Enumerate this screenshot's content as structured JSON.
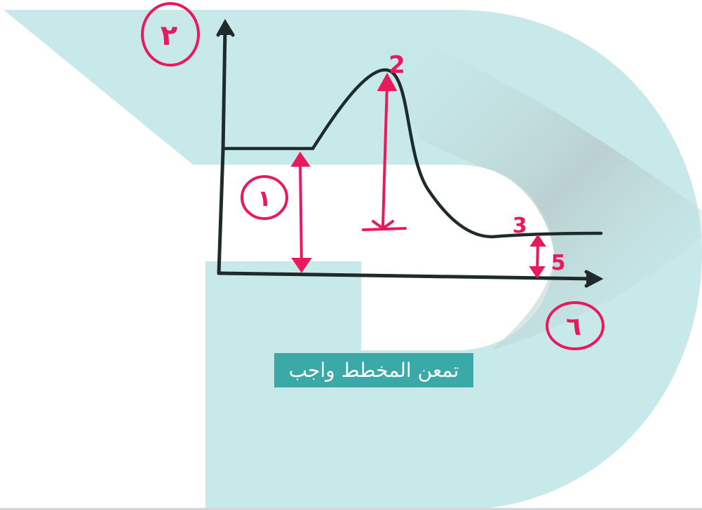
{
  "diagram": {
    "axis_labels": {
      "y_axis": "٢",
      "x_axis": "٦"
    },
    "annotations": {
      "label_1": "١",
      "label_2": "2",
      "label_3": "3",
      "label_5": "5"
    },
    "colors": {
      "watermark": "#c7e9ea",
      "watermark_shadow": "#b8c9c9",
      "ink": "#1f2a2a",
      "marker": "#e8195c"
    }
  },
  "caption": {
    "text": "تمعن المخطط واجب",
    "background": "#3aa9a7"
  }
}
